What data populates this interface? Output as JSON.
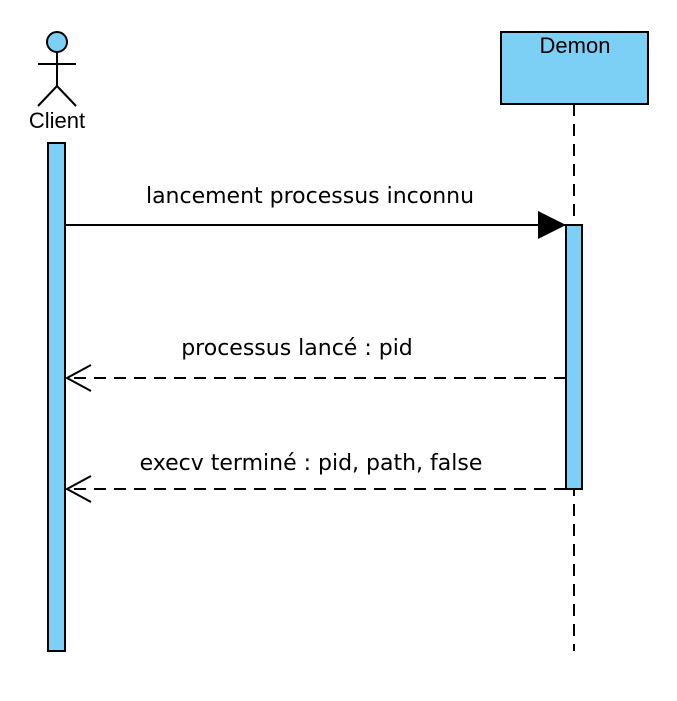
{
  "diagram": {
    "type": "uml-sequence",
    "participants": [
      {
        "id": "client",
        "label": "Client",
        "kind": "actor"
      },
      {
        "id": "demon",
        "label": "Demon",
        "kind": "object"
      }
    ],
    "messages": [
      {
        "from": "client",
        "to": "demon",
        "label": "lancement processus inconnu",
        "style": "sync"
      },
      {
        "from": "demon",
        "to": "client",
        "label": "processus lancé : pid",
        "style": "return"
      },
      {
        "from": "demon",
        "to": "client",
        "label": "execv terminé : pid, path, false",
        "style": "return"
      }
    ],
    "colors": {
      "fill": "#7dd0f5",
      "stroke": "#000000",
      "background": "#ffffff"
    }
  }
}
